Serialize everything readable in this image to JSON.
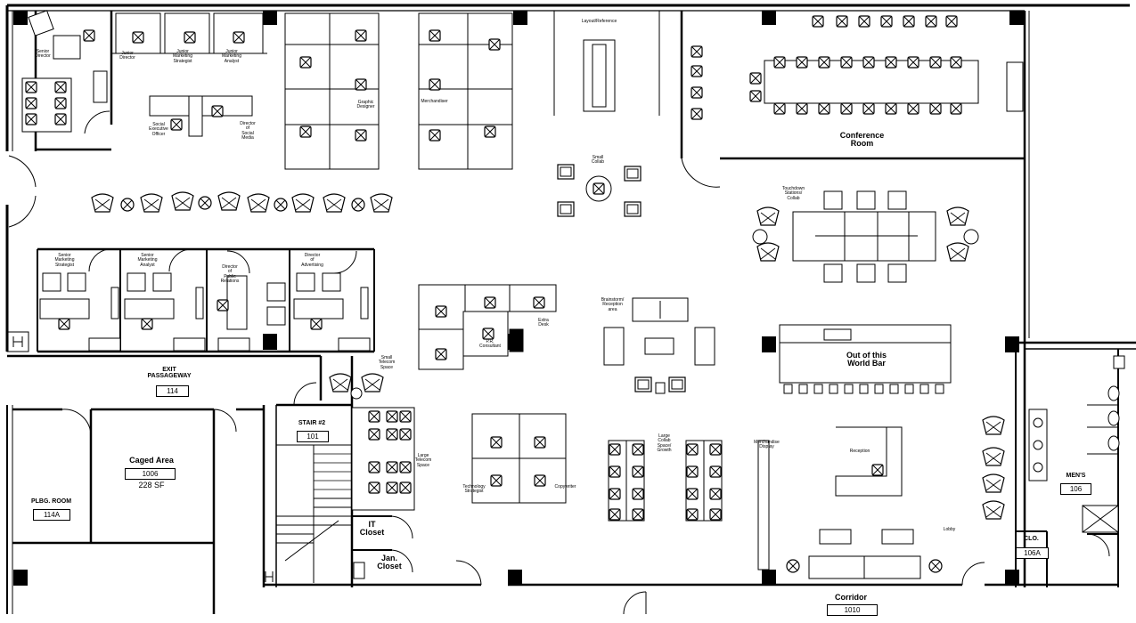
{
  "rooms": {
    "conference": "Conference\nRoom",
    "exit_passageway": "EXIT\nPASSAGEWAY",
    "exit_passageway_num": "114",
    "caged_area": "Caged Area",
    "caged_area_num": "1006",
    "caged_area_size": "228 SF",
    "plbg_room": "PLBG. ROOM",
    "plbg_room_num": "114A",
    "stair": "STAIR #2",
    "stair_num": "101",
    "it_closet": "IT\nCloset",
    "jan_closet": "Jan.\nCloset",
    "world_bar": "Out of this\nWorld Bar",
    "mens": "MEN'S",
    "mens_num": "106",
    "clo": "CLO.",
    "clo_num": "106A",
    "corridor": "Corridor",
    "corridor_num": "1010"
  },
  "labels": {
    "senior_director": "Senior\nDirector",
    "junior_director": "Junior\nDirector",
    "junior_marketing_strategist": "Junior\nMarketing\nStrategist",
    "junior_marketing_analyst": "Junior\nMarketing\nAnalyst",
    "social_executive_officer": "Social\nExecutive\nOfficer",
    "director_social_media": "Director\nof\nSocial\nMedia",
    "graphic_designer": "Graphic\nDesigner",
    "merchandiser": "Merchandiser",
    "layout_reference": "Layout/Reference",
    "small_collab": "Small\nCollab",
    "touchdown": "Touchdown\nStations/\nCollab",
    "senior_marketing_strategist": "Senior\nMarketing\nStrategist",
    "senior_marketing_analyst": "Senior\nMarketing\nAnalyst",
    "director_public_relations": "Director\nof\nPublic\nRelations",
    "director_advertising": "Director\nof\nAdvertising",
    "small_telecom": "Small\nTelecom\nSpace",
    "pr_consultant": "P.R.\nConsultant",
    "extra_desk": "Extra\nDesk",
    "brainstorm": "Brainstorm/\nReception\narea",
    "large_telecom": "Large\nTelecom\nSpace",
    "technology_strategist": "Technology\nStrategist",
    "copywriter": "Copywriter",
    "large_collab": "Large\nCollab\nSpace/\nGrowth",
    "merchandise_display": "Merchandise\nDisplay",
    "reception": "Reception",
    "lobby": "Lobby"
  }
}
